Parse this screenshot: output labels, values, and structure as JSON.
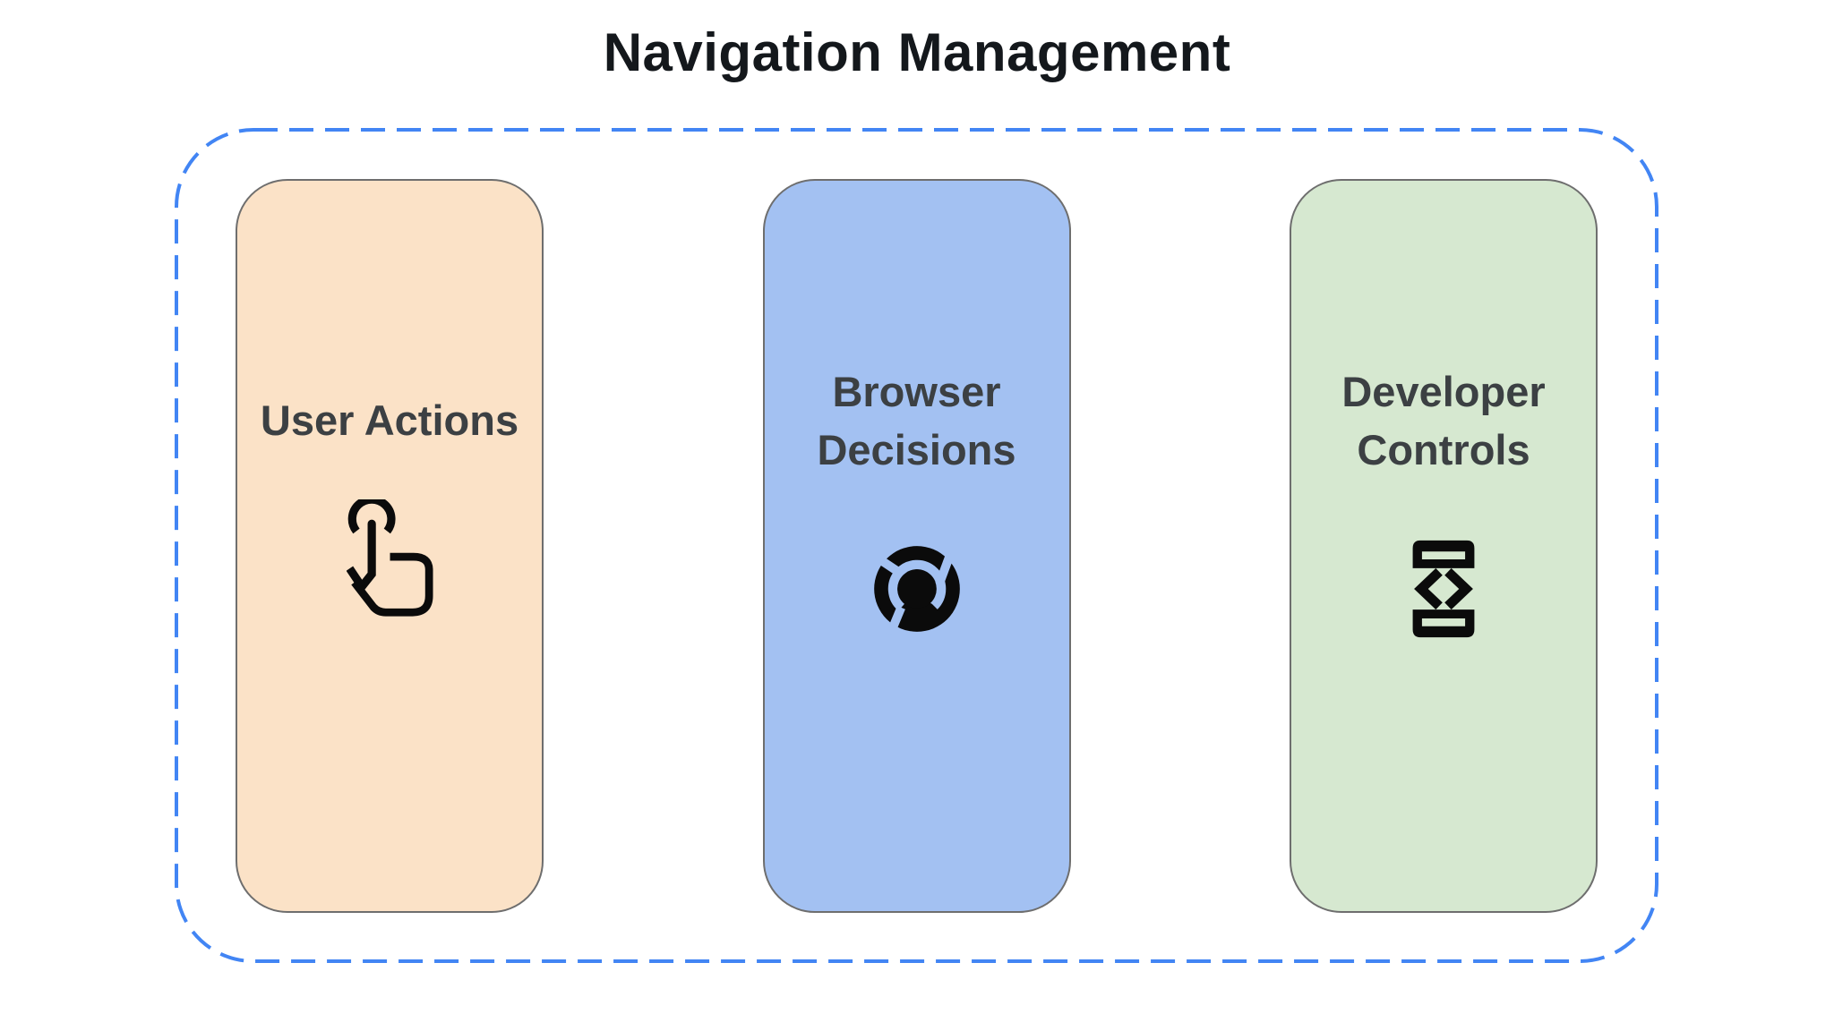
{
  "diagram": {
    "title": "Navigation Management",
    "title_color": "#14181c",
    "group_border": {
      "color": "#4285F4",
      "style": "dashed"
    },
    "label_color": "#3C4043",
    "cards": [
      {
        "label": "User Actions",
        "bg_color": "#FBE2C7",
        "icon": "tap-gesture-icon"
      },
      {
        "label": "Browser Decisions",
        "bg_color": "#A3C1F2",
        "icon": "chrome-browser-icon"
      },
      {
        "label": "Developer Controls",
        "bg_color": "#D6E8D0",
        "icon": "developer-mode-icon"
      }
    ]
  }
}
